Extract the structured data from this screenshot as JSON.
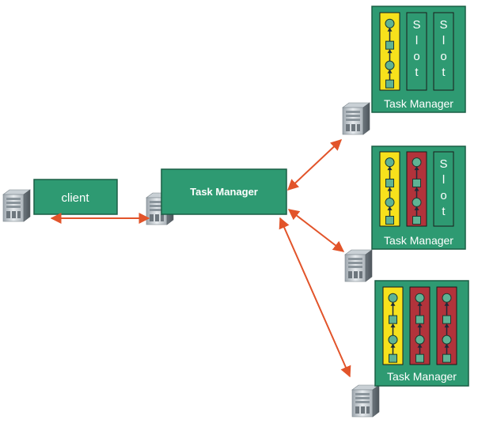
{
  "client": {
    "label": "client"
  },
  "master": {
    "label": "Task Manager"
  },
  "workers": [
    {
      "label": "Task Manager",
      "slots": [
        {
          "kind": "task",
          "color": "yellow"
        },
        {
          "kind": "free",
          "text": "S l o t"
        },
        {
          "kind": "free",
          "text": "S l o t"
        }
      ]
    },
    {
      "label": "Task Manager",
      "slots": [
        {
          "kind": "task",
          "color": "yellow"
        },
        {
          "kind": "task",
          "color": "red"
        },
        {
          "kind": "free",
          "text": "S l o t"
        }
      ]
    },
    {
      "label": "Task Manager",
      "slots": [
        {
          "kind": "task",
          "color": "yellow"
        },
        {
          "kind": "task",
          "color": "red"
        },
        {
          "kind": "task",
          "color": "red"
        }
      ]
    }
  ],
  "colors": {
    "box_fill": "#2e9a72",
    "box_stroke": "#1a5e45",
    "arrow": "#e2542a",
    "slot_yellow": "#f7e11c",
    "slot_red": "#b2333b",
    "node": "#5fb394"
  },
  "icons": [
    "server-icon"
  ]
}
